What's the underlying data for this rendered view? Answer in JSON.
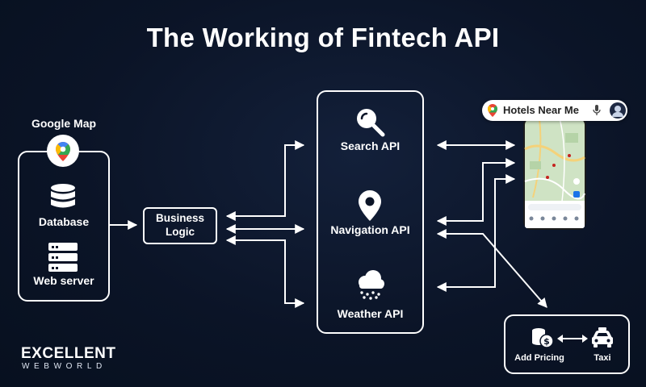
{
  "title": "The Working of Fintech API",
  "source": {
    "google_map_label": "Google Map",
    "database_label": "Database",
    "webserver_label": "Web server"
  },
  "business_logic_label": "Business Logic",
  "apis": {
    "search_label": "Search API",
    "navigation_label": "Navigation API",
    "weather_label": "Weather API"
  },
  "phone": {
    "search_text": "Hotels Near Me"
  },
  "pricing": {
    "add_pricing_label": "Add Pricing",
    "taxi_label": "Taxi"
  },
  "brand": {
    "line1": "EXCELLENT",
    "line2": "WEBWORLD"
  },
  "icons": {
    "google_map": "google-maps-pin-icon",
    "database": "database-icon",
    "web_server": "server-icon",
    "search": "magnifier-icon",
    "navigation": "location-pin-icon",
    "weather": "snow-cloud-icon",
    "pricing": "coins-icon",
    "taxi": "taxi-icon",
    "swap": "double-arrow-icon"
  },
  "colors": {
    "background": "#0b1427",
    "foreground": "#ffffff",
    "map_green": "#cfe3c4",
    "map_road": "#f4d27a"
  }
}
